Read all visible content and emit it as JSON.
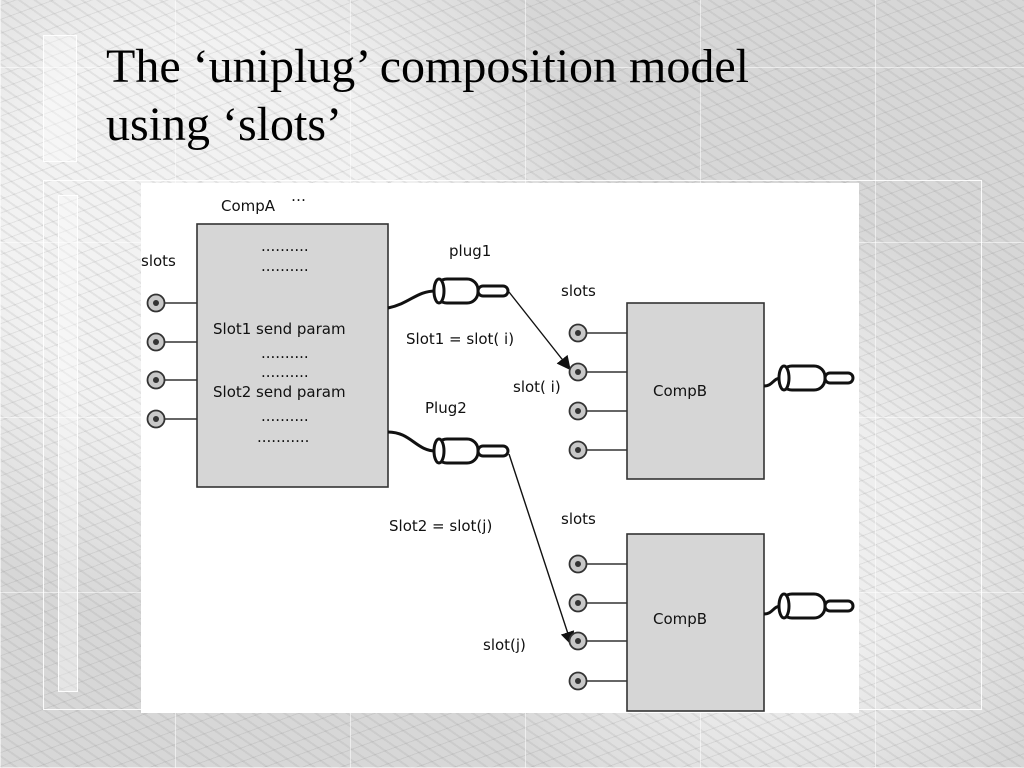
{
  "slide": {
    "title_line1": "The ‘uniplug’ composition model",
    "title_line2": "using ‘slots’"
  },
  "diagram": {
    "compA": {
      "name": "CompA",
      "dots_top": "…",
      "lines": [
        "..........",
        "..........",
        "Slot1 send   param",
        "..........",
        "..........",
        "Slot2 send   param",
        "..........",
        "..........."
      ],
      "slots_label": "slots"
    },
    "plug1_label": "plug1",
    "plug2_label": "Plug2",
    "link1_label": "Slot1 = slot(   i)",
    "link2_label": "Slot2 = slot(j)",
    "compB_top": {
      "name": "CompB",
      "slots_label": "slots",
      "target_label": "slot( i)"
    },
    "compB_bottom": {
      "name": "CompB",
      "slots_label": "slots",
      "target_label": "slot(j)"
    }
  }
}
